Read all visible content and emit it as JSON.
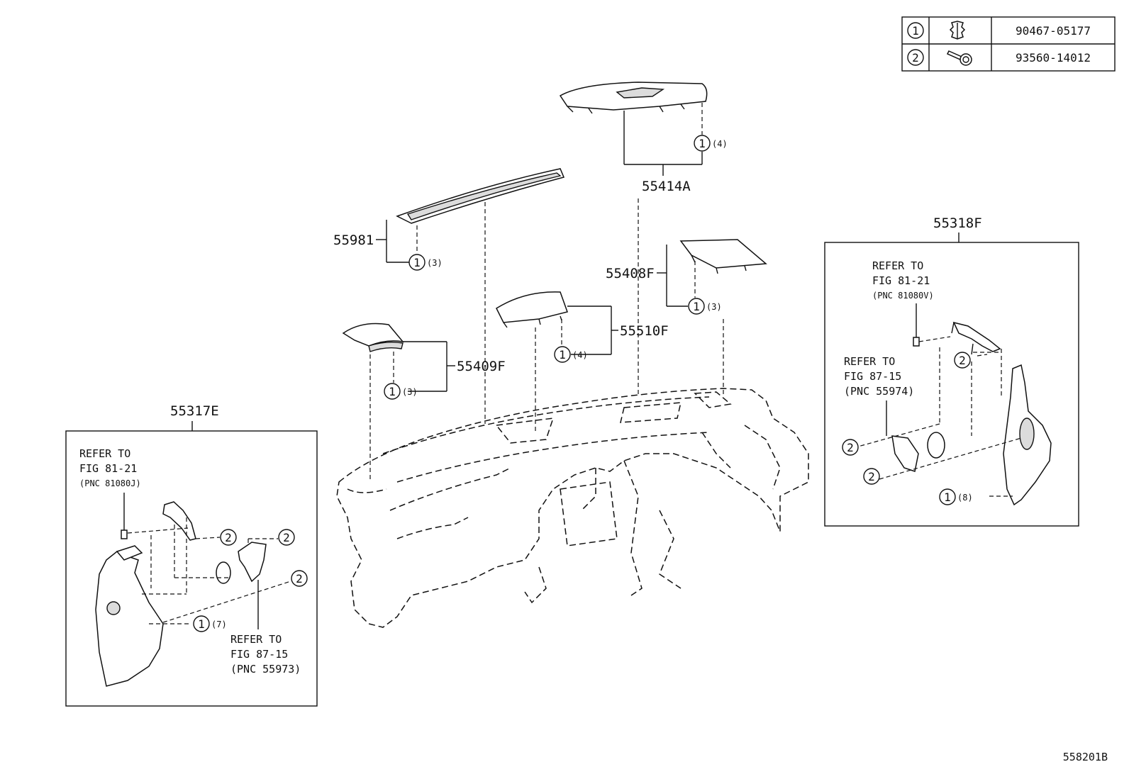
{
  "legend": {
    "rows": [
      {
        "key": "1",
        "icon": "clip-icon",
        "part_no": "90467-05177"
      },
      {
        "key": "2",
        "icon": "screw-icon",
        "part_no": "93560-14012"
      }
    ]
  },
  "parts": {
    "p55414A": "55414A",
    "p55981": "55981",
    "p55408F": "55408F",
    "p55510F": "55510F",
    "p55409F": "55409F",
    "p55318F": "55318F",
    "p55317E": "55317E"
  },
  "qty": {
    "q55414A": "(4)",
    "q55981": "(3)",
    "q55408F": "(3)",
    "q55510F": "(4)",
    "q55409F": "(3)",
    "q55318F": "(8)",
    "q55317E": "(7)"
  },
  "callouts": {
    "one": "1",
    "two": "2"
  },
  "refs": {
    "right_top": {
      "l1": "REFER TO",
      "l2": "FIG 81-21",
      "l3": "(PNC 81080V)"
    },
    "right_mid": {
      "l1": "REFER TO",
      "l2": "FIG 87-15",
      "l3": "(PNC 55974)"
    },
    "left_top": {
      "l1": "REFER TO",
      "l2": "FIG 81-21",
      "l3": "(PNC 81080J)"
    },
    "left_bot": {
      "l1": "REFER TO",
      "l2": "FIG 87-15",
      "l3": "(PNC 55973)"
    }
  },
  "figure_id": "558201B"
}
